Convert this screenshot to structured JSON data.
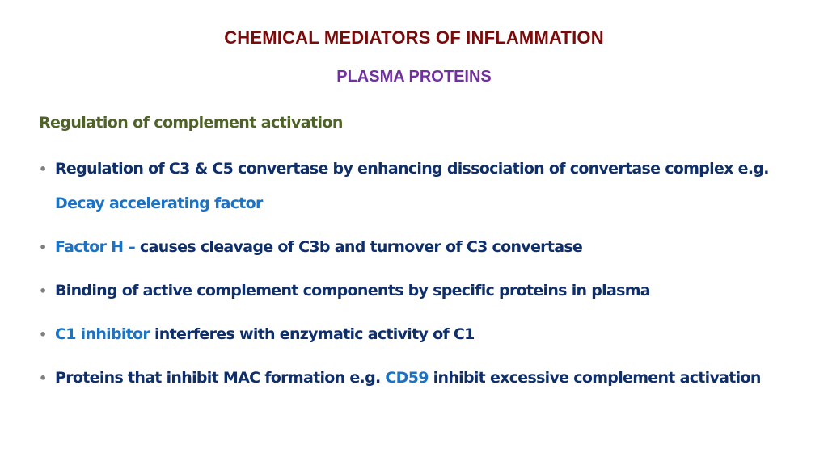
{
  "slide": {
    "title": "CHEMICAL MEDIATORS OF INFLAMMATION",
    "subtitle": "PLASMA PROTEINS",
    "section_heading": "Regulation of complement activation",
    "colors": {
      "title": "#7b0a0a",
      "subtitle": "#7030a0",
      "heading": "#4f6228",
      "body": "#0f2f6b",
      "highlight": "#1a73c4",
      "bullet": "#7f7f7f"
    },
    "bullet_glyph": "•",
    "bullets": [
      {
        "text_1": "Regulation of C3 & C5 convertase by enhancing dissociation of convertase complex e.g. ",
        "highlight_1": "Decay accelerating factor"
      },
      {
        "highlight_1": "Factor H –",
        "text_1": " causes cleavage of C3b and turnover of C3 convertase"
      },
      {
        "text_1": "Binding of active complement components by specific proteins in plasma"
      },
      {
        "highlight_1": "C1 inhibitor",
        "text_1": " interferes with enzymatic activity of C1"
      },
      {
        "text_1": "Proteins that inhibit MAC formation e.g. ",
        "highlight_1": "CD59",
        "text_2": " inhibit excessive complement activation"
      }
    ]
  }
}
